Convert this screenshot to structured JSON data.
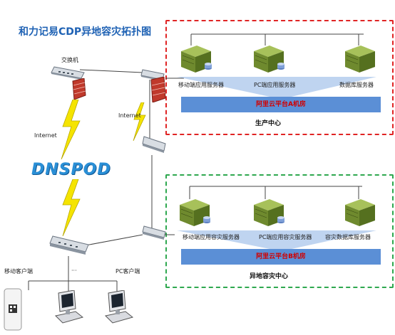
{
  "title": "和力记易CDP异地容灾拓扑图",
  "labels": {
    "switch": "交换机",
    "internet_left": "Internet",
    "internet_right": "Internet",
    "dnspod": "DNSPOD",
    "ellipsis": "···",
    "mobile_client": "移动客户端",
    "pc_client": "PC客户端"
  },
  "production": {
    "servers": [
      "移动端应用服务器",
      "PC端应用服务器",
      "数据库服务器"
    ],
    "room": "阿里云平台A机房",
    "center": "生产中心",
    "border_color": "#e02424"
  },
  "disaster": {
    "servers": [
      "移动端应用容灾服务器",
      "PC端应用容灾服务器",
      "容灾数据库服务器"
    ],
    "room": "阿里云平台B机房",
    "center": "异地容灾中心",
    "border_color": "#2ea84f"
  },
  "colors": {
    "title": "#1f62b4",
    "room_bar": "#5b8fd6",
    "room_text": "#d10000",
    "lightning": "#f5e400",
    "server": "#7a9a3c",
    "firewall": "#c0392b"
  },
  "icons": [
    "switch-icon",
    "firewall-icon",
    "lightning-icon",
    "server-icon",
    "computer-icon",
    "phone-icon"
  ]
}
